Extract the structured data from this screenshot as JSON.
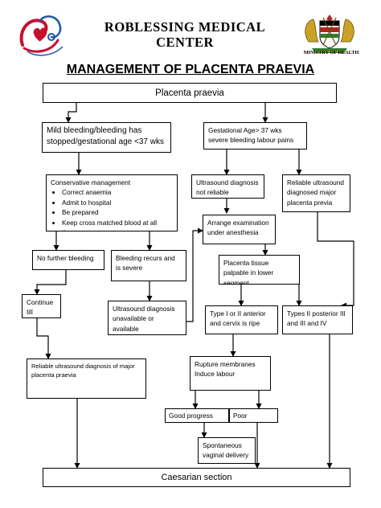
{
  "header": {
    "title": "ROBLESSING MEDICAL CENTER",
    "subtitle": "MANAGEMENT OF PLACENTA PRAEVIA",
    "ministry": "MINISTRY OF HEALTH"
  },
  "flow": {
    "start": "Placenta praevia",
    "mild_bleeding": "Mild bleeding/bleeding has stopped/gestational age <37 wks",
    "gestational_age": "Gestational Age> 37 wks severe bleeding labour pains",
    "conservative": {
      "heading": "Conservative management",
      "items": [
        "Correct anaemia",
        "Admit to hospital",
        "Be prepared",
        "Keep cross matched blood at all times"
      ]
    },
    "us_not_reliable": "Ultrasound diagnosis not reliable",
    "reliable_us_major": "Reliable ultrasound diagnosed major placenta previa",
    "arrange_exam": "Arrange examination under anesthesia",
    "no_further_bleeding": "No further bleeding",
    "bleeding_recurs": "Bleeding recurs and is severe",
    "placenta_palpable": "Placenta tissue palpable in lower segment",
    "continue_till_bleeding": "Continue till bleeding",
    "us_unavailable": "Ultrasound diagnosis unavailable or available",
    "type_i_ii": "Type I or II anterior and cervix is ripe",
    "type_ii_iii_iv": "Types II posterior III and III and IV",
    "reliable_us_left": "Reliable ultrasound diagnosis of major placenta praevia",
    "rupture_membranes": "Rupture membranes",
    "induce_labour": "Induce labour",
    "good_progress": "Good progress",
    "poor_progress": "Poor progress",
    "spontaneous": "Spontaneous vaginal delivery",
    "caesarian": "Caesarian section"
  },
  "colors": {
    "logo_red": "#c8102e",
    "logo_blue": "#1f57a8",
    "crest_gold": "#c9a227",
    "crest_red": "#b0261c"
  }
}
